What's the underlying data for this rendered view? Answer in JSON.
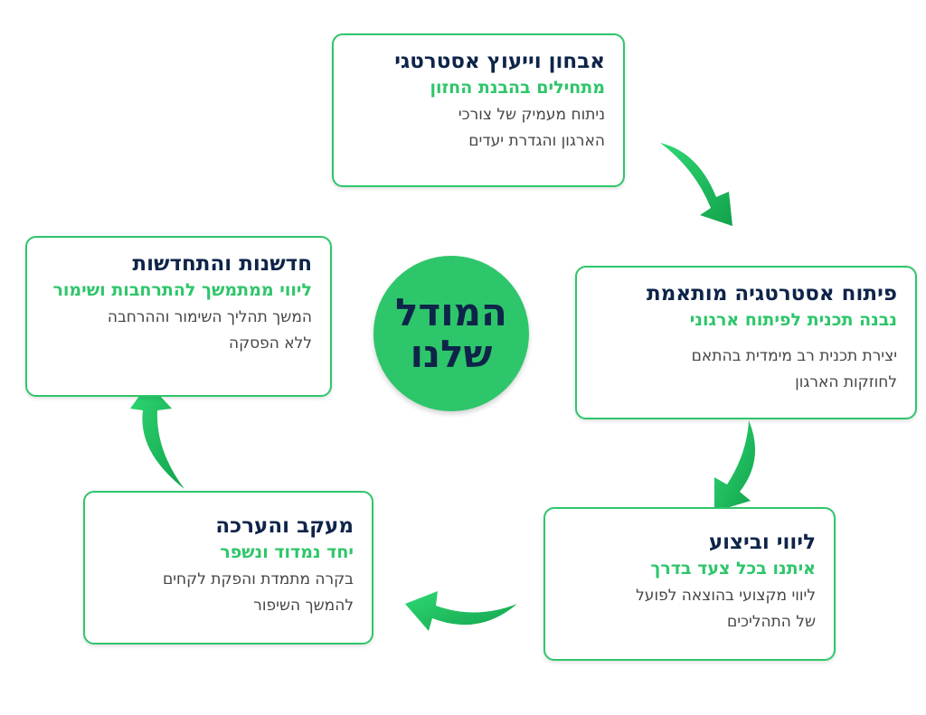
{
  "center": {
    "line1": "המודל",
    "line2": "שלנו"
  },
  "stages": [
    {
      "title": "אבחון וייעוץ אסטרטגי",
      "subtitle": "מתחילים בהבנת החזון",
      "desc_line1": "ניתוח מעמיק של צורכי",
      "desc_line2": "הארגון והגדרת יעדים"
    },
    {
      "title": "פיתוח אסטרטגיה מותאמת",
      "subtitle": "נבנה תכנית לפיתוח ארגוני",
      "desc_line1": "יצירת תכנית רב מימדית בהתאם",
      "desc_line2": "לחוזקות הארגון"
    },
    {
      "title": "ליווי וביצוע",
      "subtitle": "איתנו בכל צעד בדרך",
      "desc_line1": "ליווי מקצועי בהוצאה לפועל",
      "desc_line2": "של התהליכים"
    },
    {
      "title": "מעקב והערכה",
      "subtitle": "יחד נמדוד ונשפר",
      "desc_line1": "בקרה מתמדת והפקת לקחים",
      "desc_line2": "להמשך השיפור"
    },
    {
      "title": "חדשנות והתחדשות",
      "subtitle": "ליווי ממתמשך להתרחבות ושימור",
      "desc_line1": "המשך תהליך השימור וההרחבה",
      "desc_line2": "ללא הפסקה"
    }
  ],
  "colors": {
    "accent": "#2ec66a",
    "title": "#0e2449",
    "text": "#454545"
  },
  "icons": [
    "curved-arrow-icon"
  ]
}
